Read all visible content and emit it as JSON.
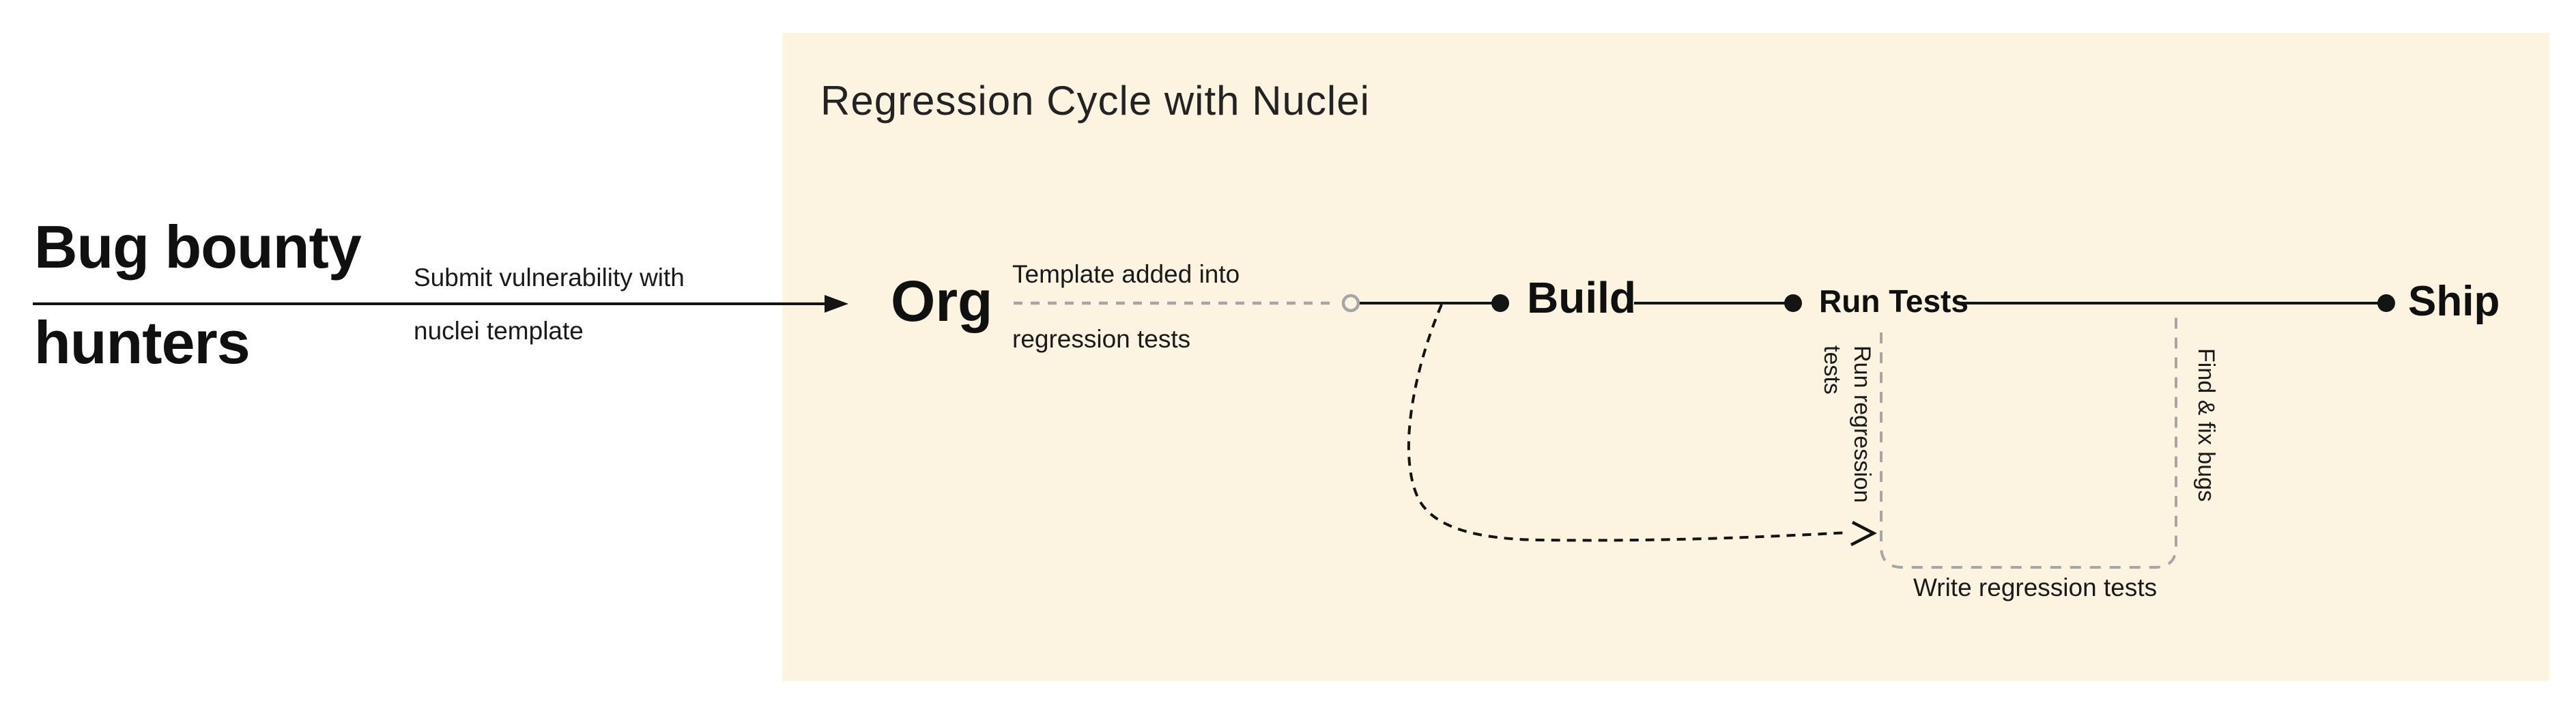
{
  "title": "Regression Cycle with Nuclei",
  "actor": {
    "line1": "Bug bounty",
    "line2": "hunters"
  },
  "submit_label": {
    "line1": "Submit vulnerability with",
    "line2": "nuclei template"
  },
  "org": {
    "label": "Org"
  },
  "template_label": {
    "line1": "Template added into",
    "line2": "regression tests"
  },
  "nodes": {
    "build": "Build",
    "run_tests": "Run Tests",
    "ship": "Ship"
  },
  "loop": {
    "run_regression": {
      "line1": "Run regression",
      "line2": "tests"
    },
    "find_fix": "Find & fix bugs",
    "write_tests": "Write regression tests"
  },
  "colors": {
    "page_bg": "#ffffff",
    "panel_bg": "#fcf4e1",
    "ink": "#141414",
    "muted_gray": "#a6a6a6"
  }
}
